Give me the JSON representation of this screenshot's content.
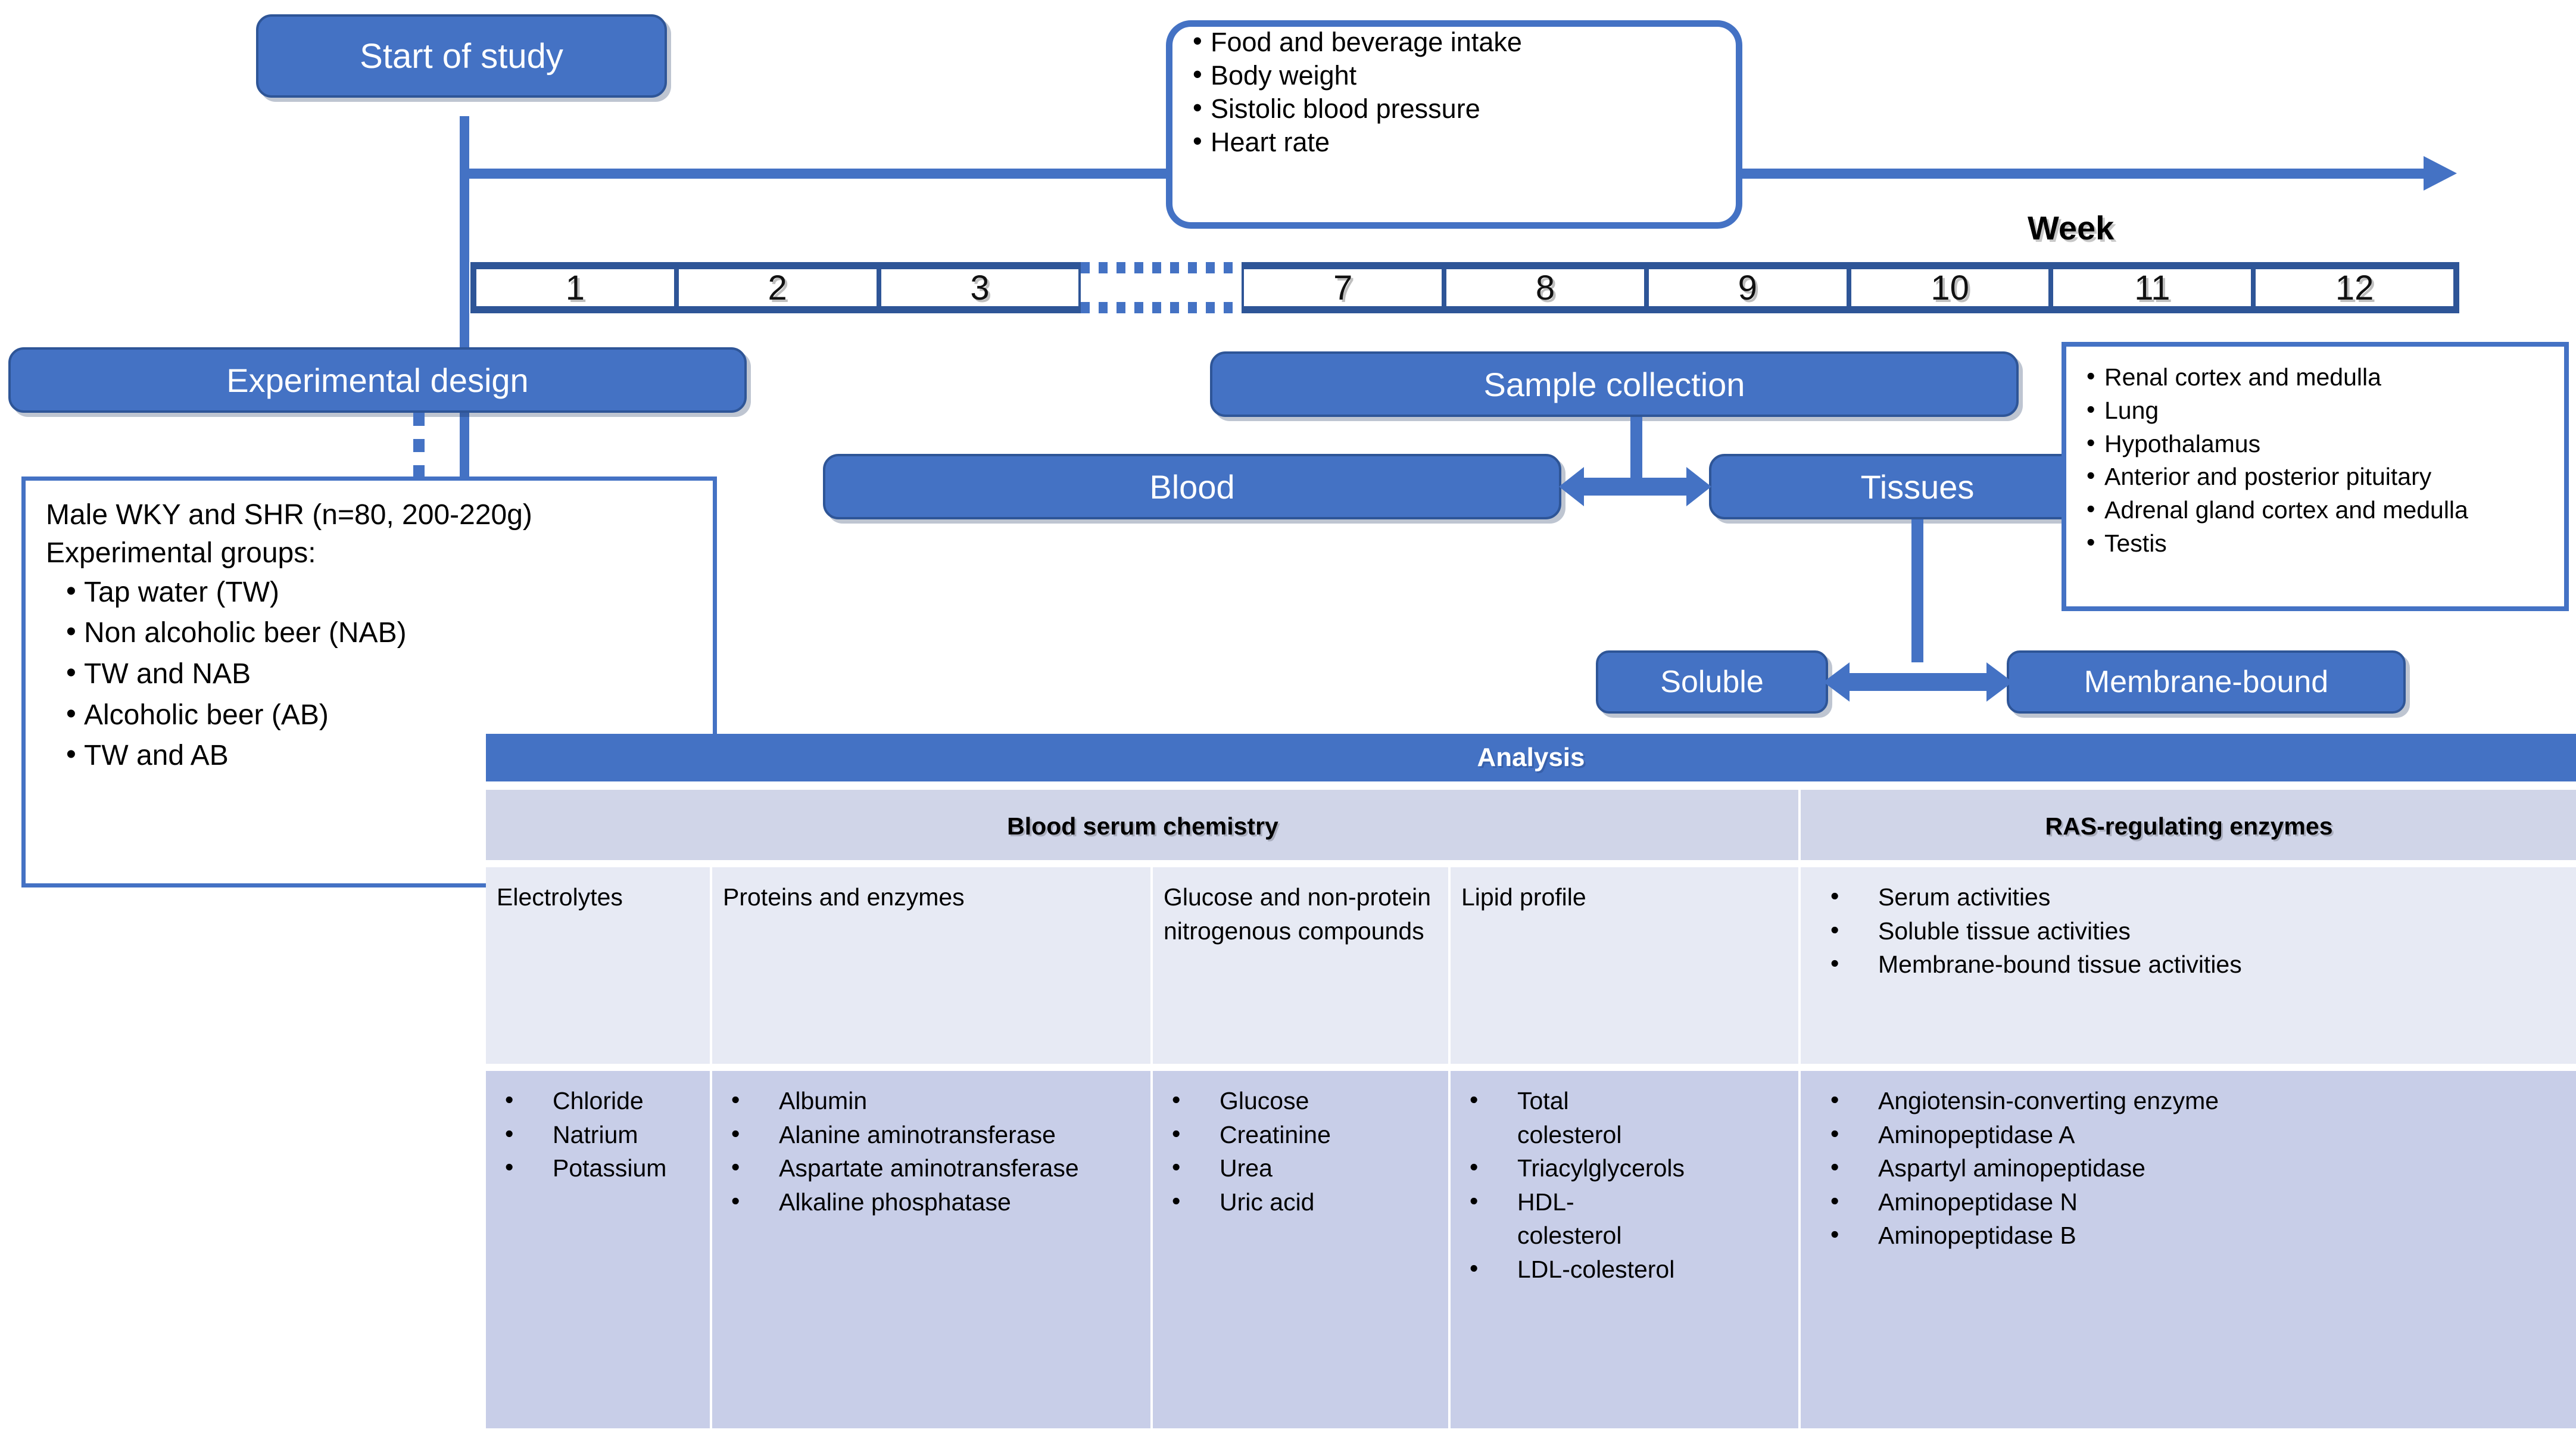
{
  "flow": {
    "start_label": "Start of study",
    "experimental_design_label": "Experimental design",
    "sample_collection_label": "Sample collection",
    "blood_label": "Blood",
    "tissues_label": "Tissues",
    "soluble_label": "Soluble",
    "membrane_bound_label": "Membrane-bound",
    "week_axis_label": "Week"
  },
  "monitoring_callout": {
    "items": [
      "Food and beverage intake",
      "Body weight",
      "Sistolic blood pressure",
      "Heart rate"
    ]
  },
  "timeline": {
    "weeks_before_gap": [
      "1",
      "2",
      "3"
    ],
    "gap": "",
    "weeks_after_gap": [
      "7",
      "8",
      "9",
      "10",
      "11",
      "12"
    ]
  },
  "experimental_design": {
    "animals": "Male WKY and SHR (n=80, 200-220g)",
    "groups_heading": "Experimental groups:",
    "groups": [
      "Tap water (TW)",
      "Non alcoholic beer (NAB)",
      "TW and NAB",
      "Alcoholic beer (AB)",
      "TW and AB"
    ]
  },
  "tissues_list": {
    "items": [
      "Renal cortex and medulla",
      "Lung",
      "Hypothalamus",
      "Anterior and posterior pituitary",
      "Adrenal gland cortex and medulla",
      "Testis"
    ]
  },
  "analysis": {
    "title": "Analysis",
    "group_headers": [
      "Blood serum chemistry",
      "RAS-regulating enzymes"
    ],
    "columns": [
      {
        "header": "Electrolytes",
        "items": [
          "Chloride",
          "Natrium",
          "Potassium"
        ]
      },
      {
        "header": "Proteins and enzymes",
        "items": [
          "Albumin",
          "Alanine aminotransferase",
          "Aspartate aminotransferase",
          "Alkaline phosphatase"
        ]
      },
      {
        "header": "Glucose and non-protein nitrogenous compounds",
        "items": [
          "Glucose",
          "Creatinine",
          "Urea",
          "Uric acid"
        ]
      },
      {
        "header": "Lipid profile",
        "items": [
          "Total colesterol",
          "Triacylglycerols",
          "HDL-colesterol",
          "LDL-colesterol"
        ]
      },
      {
        "header": [
          "Serum activities",
          "Soluble tissue activities",
          "Membrane-bound tissue activities"
        ],
        "items": [
          "Angiotensin-converting enzyme",
          "Aminopeptidase A",
          "Aspartyl aminopeptidase",
          "Aminopeptidase N",
          "Aminopeptidase B"
        ]
      }
    ]
  },
  "colors": {
    "accent": "#4472C4",
    "accent_dark": "#2E5597",
    "header_row": "#D0D5E8",
    "mid_row": "#E7EAF4",
    "bottom_row": "#C8CEE8"
  }
}
